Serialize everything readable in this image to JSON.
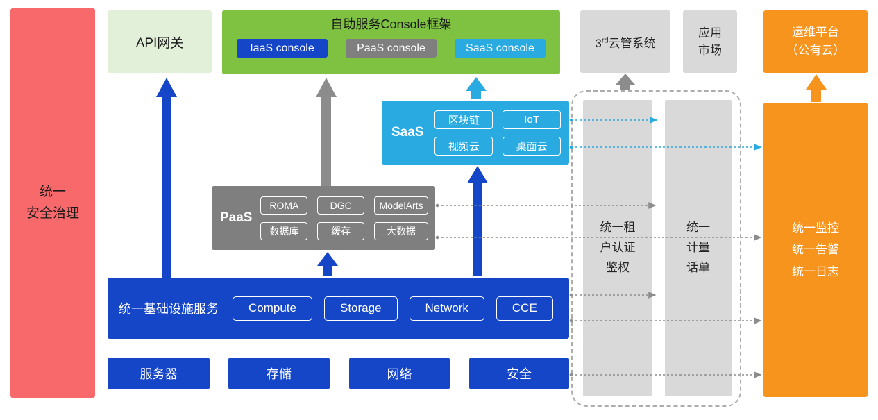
{
  "colors": {
    "red": "#F8696B",
    "light_green": "#E2F0D9",
    "green": "#7FC241",
    "blue": "#1546C8",
    "cyan": "#29ABE2",
    "gray": "#7F7F7F",
    "light_gray": "#D9D9D9",
    "orange": "#F7941E",
    "dashed_connector": "#8C8C8C"
  },
  "left_bar": {
    "label": "统一\n安全治理"
  },
  "api_gateway": {
    "label": "API网关"
  },
  "console": {
    "title": "自助服务Console框架",
    "items": [
      {
        "label": "IaaS console"
      },
      {
        "label": "PaaS console"
      },
      {
        "label": "SaaS console"
      }
    ]
  },
  "third_cloud": {
    "num": "3",
    "sup": "rd",
    "rest": "云管系统"
  },
  "app_market": {
    "label": "应用\n市场"
  },
  "ops_platform": {
    "label": "运维平台\n（公有云）"
  },
  "saas": {
    "label": "SaaS",
    "chips": [
      "区块链",
      "IoT",
      "视频云",
      "桌面云"
    ]
  },
  "paas": {
    "label": "PaaS",
    "chips": [
      "ROMA",
      "DGC",
      "ModelArts",
      "数据库",
      "缓存",
      "大数据"
    ]
  },
  "iaas": {
    "label": "统一基础设施服务",
    "chips": [
      "Compute",
      "Storage",
      "Network",
      "CCE"
    ]
  },
  "hardware": {
    "items": [
      "服务器",
      "存储",
      "网络",
      "安全"
    ]
  },
  "auth_bar": {
    "label": "统一租\n户认证\n鉴权"
  },
  "meter_bar": {
    "label": "统一\n计量\n话单"
  },
  "monitor_bar": {
    "label": "统一监控\n统一告警\n统一日志"
  }
}
